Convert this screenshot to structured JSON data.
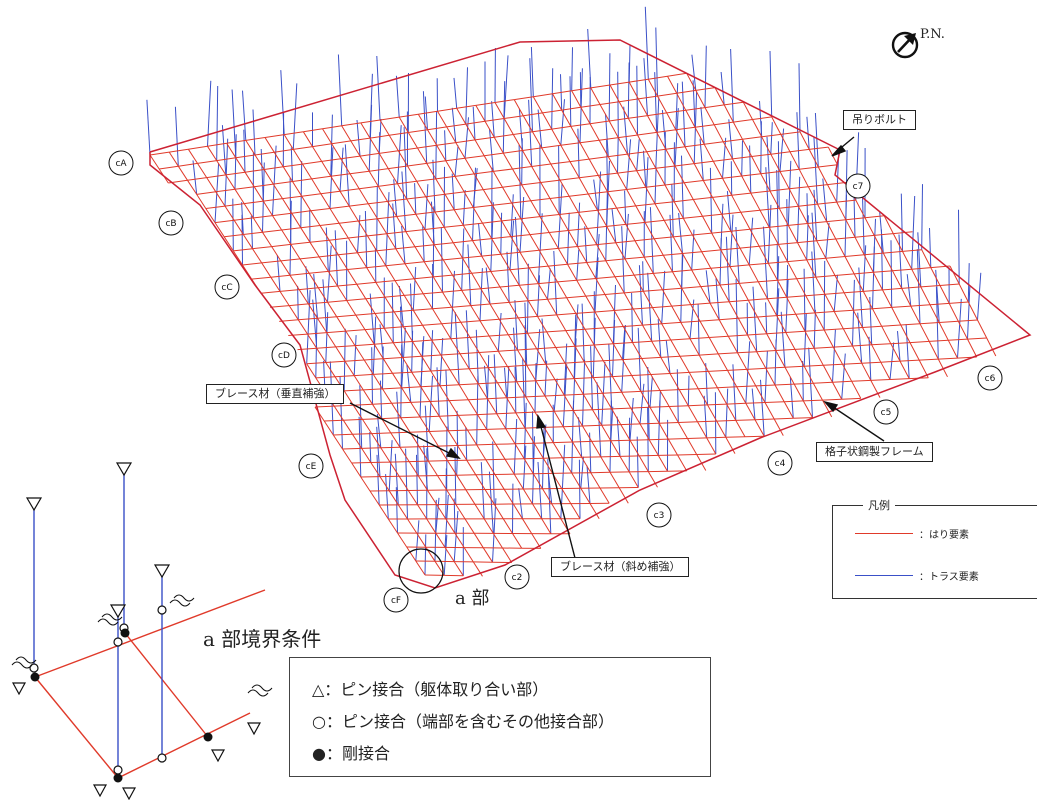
{
  "north_label": "P.N.",
  "callouts": {
    "hanger_bolt": "吊りボルト",
    "brace_vertical": "ブレース材（垂直補強）",
    "grid_frame": "格子状鋼製フレーム",
    "brace_diagonal": "ブレース材（斜め補強）"
  },
  "grid_markers": [
    "cA",
    "cB",
    "cC",
    "cD",
    "cE",
    "cF",
    "c2",
    "c3",
    "c4",
    "c5",
    "c6",
    "c7"
  ],
  "part_label": "a 部",
  "legend": {
    "title": "凡例",
    "beam": "：はり要素",
    "truss": "：トラス要素",
    "beam_color": "#e03a2a",
    "truss_color": "#3a50c8"
  },
  "boundary_title": "a 部境界条件",
  "boundary_conditions": [
    "△：ピン接合（躯体取り合い部）",
    "○：ピン接合（端部を含むその他接合部）",
    "●：剛接合"
  ]
}
